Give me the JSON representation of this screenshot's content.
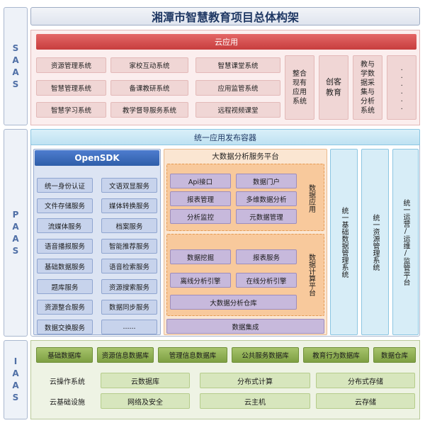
{
  "title": "湘潭市智慧教育项目总体构架",
  "layers": {
    "saas": [
      "S",
      "A",
      "A",
      "S"
    ],
    "paas": [
      "P",
      "A",
      "A",
      "S"
    ],
    "iaas": [
      "I",
      "A",
      "A",
      "S"
    ]
  },
  "saas": {
    "header": "云应用",
    "cells": [
      "资源管理系统",
      "家校互动系统",
      "智慧课堂系统",
      "智慧管理系统",
      "备课教研系统",
      "应用监管系统",
      "智慧学习系统",
      "教学督导服务系统",
      "远程视频课堂"
    ],
    "cols": [
      "整合现有应用系统",
      "创客教育",
      "教与学数据采集与分析系统",
      "......"
    ]
  },
  "paas": {
    "container": "统一应用发布容器",
    "sdk": {
      "title": "OpenSDK",
      "cells": [
        "统一身份认证",
        "文语双显服务",
        "文件存储服务",
        "媒体转换服务",
        "流媒体服务",
        "档案服务",
        "语音播报服务",
        "智能推荐服务",
        "基础数据服务",
        "语音检索服务",
        "题库服务",
        "资源搜索服务",
        "资源整合服务",
        "数据同步服务",
        "数据交换服务",
        "......"
      ]
    },
    "bigdata": {
      "title": "大数据分析服务平台",
      "app_label": "数据应用",
      "app_cells": [
        "Api接口",
        "数据门户",
        "报表管理",
        "多维数据分析",
        "分析监控",
        "元数据管理"
      ],
      "compute_label": "数据计算平台",
      "compute_cells": [
        "数据挖掘",
        "报表服务",
        "离线分析引擎",
        "在线分析引擎"
      ],
      "warehouse": "大数据分析仓库",
      "integration": "数据集成"
    },
    "side_cols": [
      "统一基础数据管理系统",
      "统一资源管理系统",
      "统一运营/运维/监管平台"
    ]
  },
  "iaas": {
    "databases": [
      "基础数据库",
      "资源信息数据库",
      "管理信息数据库",
      "公共服务数据库",
      "教育行为数据库",
      "数据仓库"
    ],
    "rows": [
      {
        "label": "云操作系统",
        "items": [
          "云数据库",
          "分布式计算",
          "分布式存储"
        ]
      },
      {
        "label": "云基础设施",
        "items": [
          "网络及安全",
          "云主机",
          "云存储"
        ]
      }
    ]
  },
  "colors": {
    "title_text": "#1f3864",
    "saas_red": "#c73d3d",
    "sdk_blue": "#2f5ea9",
    "bigdata_orange": "#f8c99c",
    "iaas_green": "#7ea043"
  }
}
